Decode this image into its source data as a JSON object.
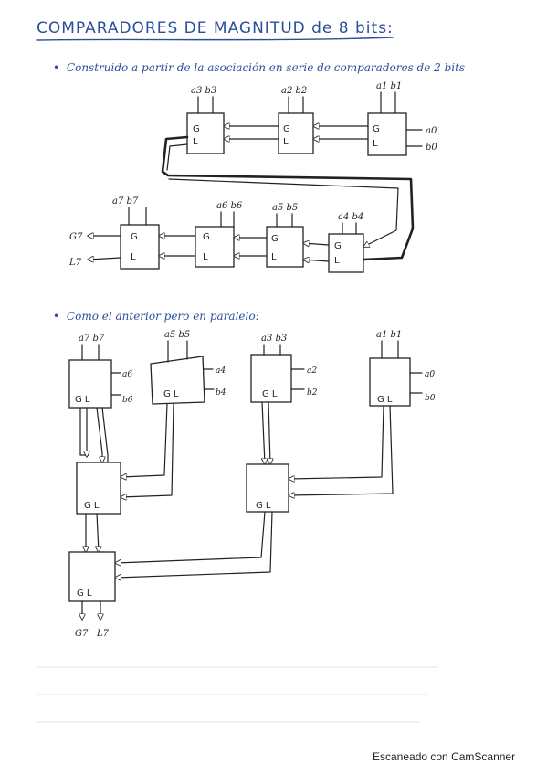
{
  "title": "COMPARADORES DE MAGNITUD de 8 bits:",
  "section1": {
    "bullet": "•",
    "text": "Construido a partir de la asociación en serie de comparadores de 2 bits"
  },
  "section2": {
    "bullet": "•",
    "text": "Como el anterior pero en paralelo:"
  },
  "serial": {
    "row1": [
      {
        "ab": "a3 b3",
        "g": "G",
        "l": "L"
      },
      {
        "ab": "a2 b2",
        "g": "G",
        "l": "L"
      },
      {
        "ab": "a1 b1",
        "g": "G",
        "l": "L",
        "a0": "a0",
        "b0": "b0"
      }
    ],
    "row2": [
      {
        "ab": "a7 b7",
        "g": "G",
        "l": "L"
      },
      {
        "ab": "a6 b6",
        "g": "G",
        "l": "L"
      },
      {
        "ab": "a5 b5",
        "g": "G",
        "l": "L"
      },
      {
        "ab": "a4 b4",
        "g": "G",
        "l": "L"
      }
    ],
    "outputs": {
      "g": "G7",
      "l": "L7"
    }
  },
  "parallel": {
    "top": [
      {
        "ab": "a7 b7",
        "side_a": "a6",
        "side_b": "b6",
        "gl": "G L"
      },
      {
        "ab": "a5 b5",
        "side_a": "a4",
        "side_b": "b4",
        "gl": "G L"
      },
      {
        "ab": "a3 b3",
        "side_a": "a2",
        "side_b": "b2",
        "gl": "G L"
      },
      {
        "ab": "a1 b1",
        "side_a": "a0",
        "side_b": "b0",
        "gl": "G L"
      }
    ],
    "mid": [
      {
        "gl": "G L"
      },
      {
        "gl": "G L"
      }
    ],
    "final": {
      "gl": "G L",
      "out_g": "G7",
      "out_l": "L7"
    }
  },
  "footer": "Escaneado con CamScanner"
}
